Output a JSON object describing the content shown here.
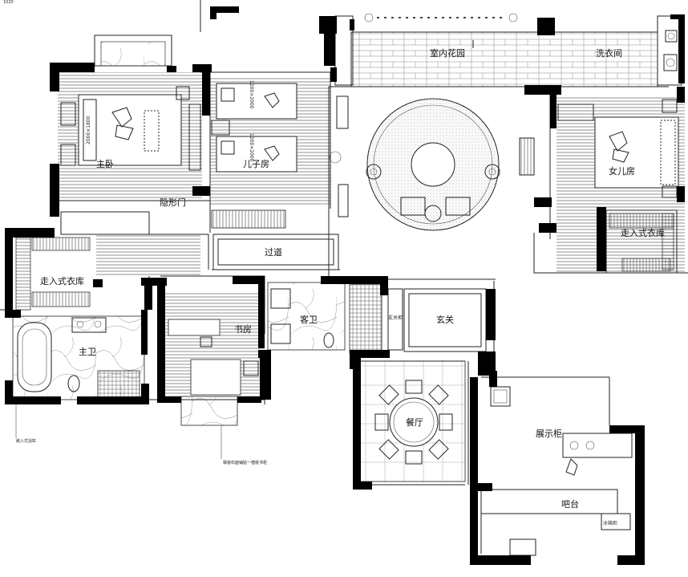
{
  "plan": {
    "corner_label": "1020",
    "rooms": {
      "indoor_garden": "室内花园",
      "laundry": "洗衣间",
      "master_bedroom": "主卧",
      "son_room": "儿子房",
      "daughter_room": "女儿房",
      "hidden_door": "隐形门",
      "corridor": "过道",
      "walkin_master": "走入式衣库",
      "walkin_daughter": "走入式衣库",
      "master_bath": "主卫",
      "study": "书房",
      "guest_bath": "客卫",
      "foyer": "玄关",
      "foyer_cabinet": "玄关柜",
      "dining": "餐厅",
      "display_cabinet": "展示柜",
      "bar": "吧台",
      "fridge": "冰箱柜"
    },
    "bed_labels": {
      "master_bed": "2000×1800",
      "son_bed_top": "1200×2000",
      "son_bed_bottom": "1200×2000"
    },
    "annotations": {
      "bath_note": "嵌入式浴缸",
      "study_note": "飘窗石面铺贴一樘纸书柜"
    },
    "colors": {
      "wall": "#000000",
      "line": "#222222",
      "background": "#ffffff"
    }
  }
}
